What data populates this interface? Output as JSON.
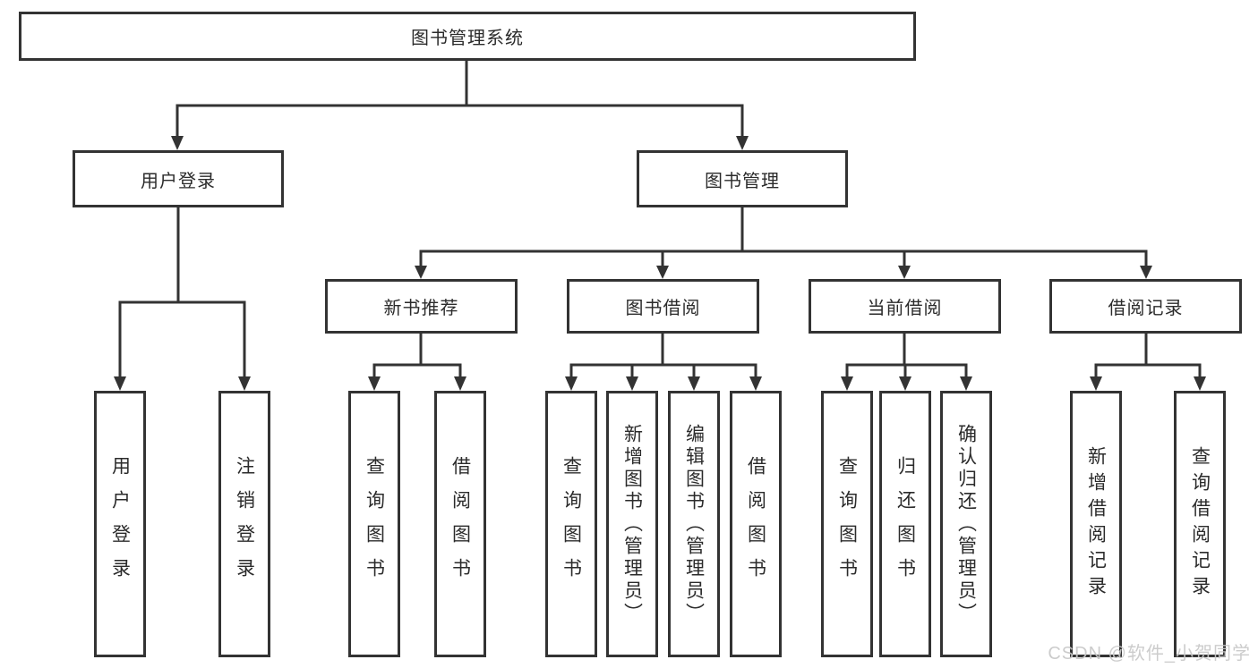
{
  "diagram": {
    "title": "图书管理系统",
    "type": "hierarchy-tree",
    "colors": {
      "line": "#333333",
      "node_border": "#333333",
      "node_fill": "#ffffff",
      "text": "#2b2b2b",
      "watermark_text": "#c8c8c8",
      "background": "#ffffff"
    }
  },
  "nodes": {
    "root": {
      "label": "图书管理系统"
    },
    "level2": [
      {
        "label": "用户登录"
      },
      {
        "label": "图书管理"
      }
    ],
    "login_children": [
      {
        "label": "用户登录"
      },
      {
        "label": "注销登录"
      }
    ],
    "level3": [
      {
        "label": "新书推荐"
      },
      {
        "label": "图书借阅"
      },
      {
        "label": "当前借阅"
      },
      {
        "label": "借阅记录"
      }
    ],
    "recommend_children": [
      {
        "label": "查询图书"
      },
      {
        "label": "借阅图书"
      }
    ],
    "borrow_children": [
      {
        "label": "查询图书"
      },
      {
        "label": "新增图书（管理员）"
      },
      {
        "label": "编辑图书（管理员）"
      },
      {
        "label": "借阅图书"
      }
    ],
    "current_children": [
      {
        "label": "查询图书"
      },
      {
        "label": "归还图书"
      },
      {
        "label": "确认归还（管理员）"
      }
    ],
    "record_children": [
      {
        "label": "新增借阅记录"
      },
      {
        "label": "查询借阅记录"
      }
    ]
  },
  "watermark": {
    "text": "CSDN @软件_小贺同学"
  }
}
